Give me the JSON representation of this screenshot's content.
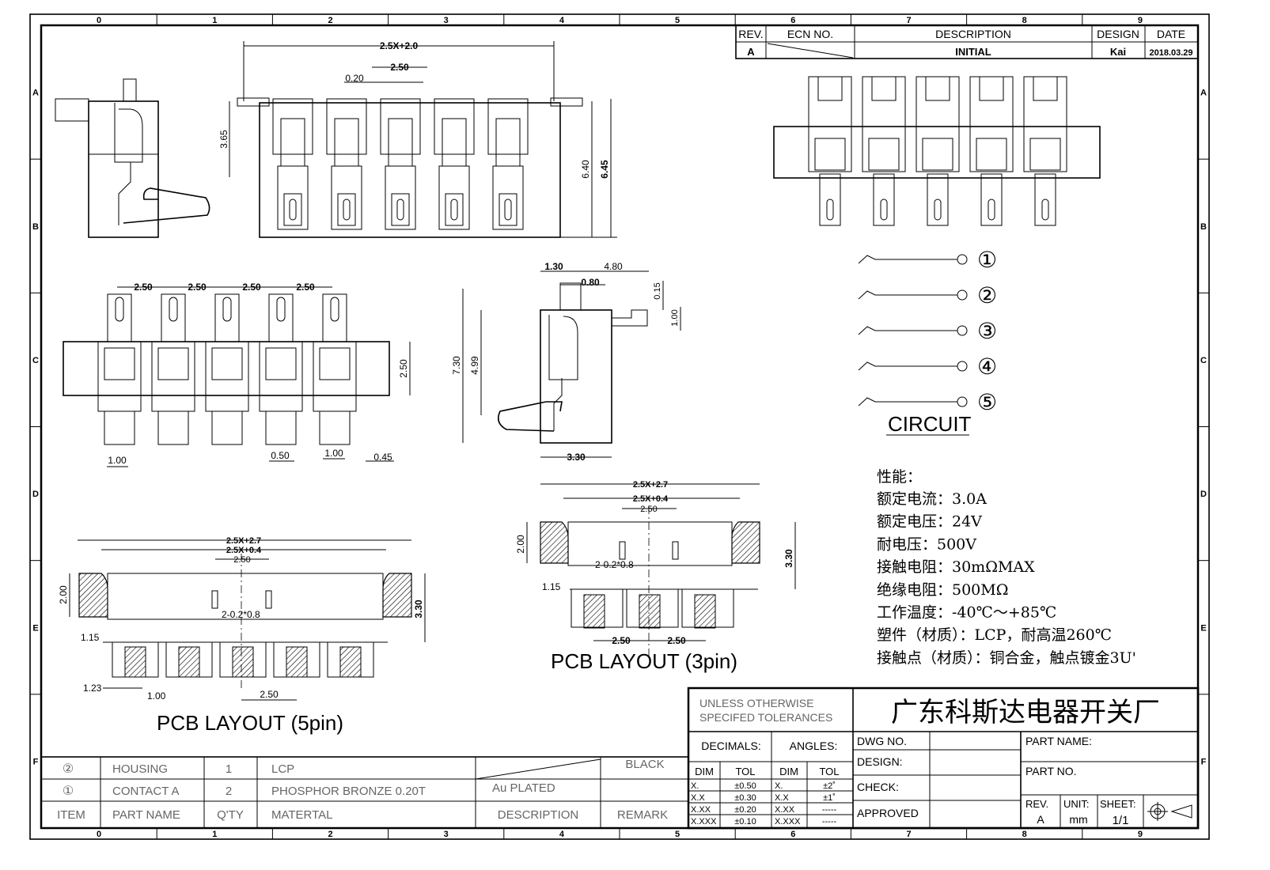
{
  "border": {
    "columns": [
      "0",
      "1",
      "2",
      "3",
      "4",
      "5",
      "6",
      "7",
      "8",
      "9"
    ],
    "rows": [
      "A",
      "B",
      "C",
      "D",
      "E",
      "F"
    ]
  },
  "revision": {
    "headers": [
      "REV.",
      "ECN NO.",
      "DESCRIPTION",
      "DESIGN",
      "DATE"
    ],
    "row": {
      "rev": "A",
      "description": "INITIAL",
      "design": "Kai",
      "date": "2018.03.29"
    }
  },
  "dimensions": {
    "top_width": "2.5X+2.0",
    "top_pitch": "2.50",
    "top_t": "0.20",
    "top_h1": "3.65",
    "top_h2": "6.40",
    "top_h3": "6.45",
    "mid_pitch": [
      "2.50",
      "2.50",
      "2.50",
      "2.50"
    ],
    "mid_h": "2.50",
    "mid_b1": "1.00",
    "mid_b2": "0.50",
    "mid_b3": "1.00",
    "mid_b4": "0.45",
    "side_w1": "1.30",
    "side_w2": "4.80",
    "side_w3": "0.80",
    "side_v1": "0.15",
    "side_v2": "1.00",
    "side_h1": "7.30",
    "side_h2": "4.99",
    "side_bottom": "3.30",
    "pcb3_w1": "2.5X+2.7",
    "pcb3_w2": "2.5X+0.4",
    "pcb3_w3": "2.50",
    "pcb3_h": "2.00",
    "pcb3_hole": "2-0.2*0.8",
    "pcb3_v": "3.30",
    "pcb3_off": "1.15",
    "pcb3_p1": "2.50",
    "pcb3_p2": "2.50",
    "pcb5_w1": "2.5X+2.7",
    "pcb5_w2": "2.5X+0.4",
    "pcb5_w3": "2.50",
    "pcb5_h": "2.00",
    "pcb5_hole": "2-0.2*0.8",
    "pcb5_v": "3.30",
    "pcb5_off": "1.15",
    "pcb5_b1": "1.23",
    "pcb5_b2": "1.00",
    "pcb5_b3": "2.50"
  },
  "circuit": {
    "pins": [
      "①",
      "②",
      "③",
      "④",
      "⑤"
    ],
    "label": "CIRCUIT"
  },
  "specs": {
    "heading": "性能：",
    "lines": [
      "额定电流：3.0A",
      "额定电压：24V",
      "耐电压：500V",
      "接触电阻：30mΩMAX",
      "绝缘电阻：500MΩ",
      "工作温度：-40℃～+85℃",
      "塑件（材质）：LCP，耐高温260℃",
      "接触点（材质）：铜合金，触点镀金3U'"
    ]
  },
  "labels": {
    "pcb5": "PCB LAYOUT (5pin)",
    "pcb3": "PCB LAYOUT (3pin)"
  },
  "bom": {
    "rows": [
      {
        "item": "②",
        "part": "HOUSING",
        "qty": "1",
        "material": "LCP",
        "desc": "",
        "remark": "BLACK"
      },
      {
        "item": "①",
        "part": "CONTACT A",
        "qty": "2",
        "material": "PHOSPHOR BRONZE 0.20T",
        "desc": "Au PLATED",
        "remark": ""
      }
    ],
    "header": {
      "item": "ITEM",
      "part": "PART NAME",
      "qty": "Q'TY",
      "material": "MATERTAL",
      "desc": "DESCRIPTION",
      "remark": "REMARK"
    }
  },
  "title_block": {
    "tol_title_1": "UNLESS OTHERWISE",
    "tol_title_2": "SPECIFED TOLERANCES",
    "decimals": "DECIMALS:",
    "angles": "ANGLES:",
    "dim": "DIM",
    "tol": "TOL",
    "dec_rows": [
      [
        "X.",
        "±0.50"
      ],
      [
        "X.X",
        "±0.30"
      ],
      [
        "X.XX",
        "±0.20"
      ],
      [
        "X.XXX",
        "±0.10"
      ]
    ],
    "ang_rows": [
      [
        "X.",
        "±2˚"
      ],
      [
        "X.X",
        "±1˚"
      ],
      [
        "X.XX",
        "-----"
      ],
      [
        "X.XXX",
        "-----"
      ]
    ],
    "company": "广东科斯达电器开关厂",
    "dwg_no": "DWG NO.",
    "design": "DESIGN:",
    "check": "CHECK:",
    "approved": "APPROVED",
    "part_name": "PART NAME:",
    "part_no": "PART NO.",
    "rev_label": "REV.",
    "rev_value": "A",
    "unit_label": "UNIT:",
    "unit_value": "mm",
    "sheet_label": "SHEET:",
    "sheet_value": "1/1"
  }
}
